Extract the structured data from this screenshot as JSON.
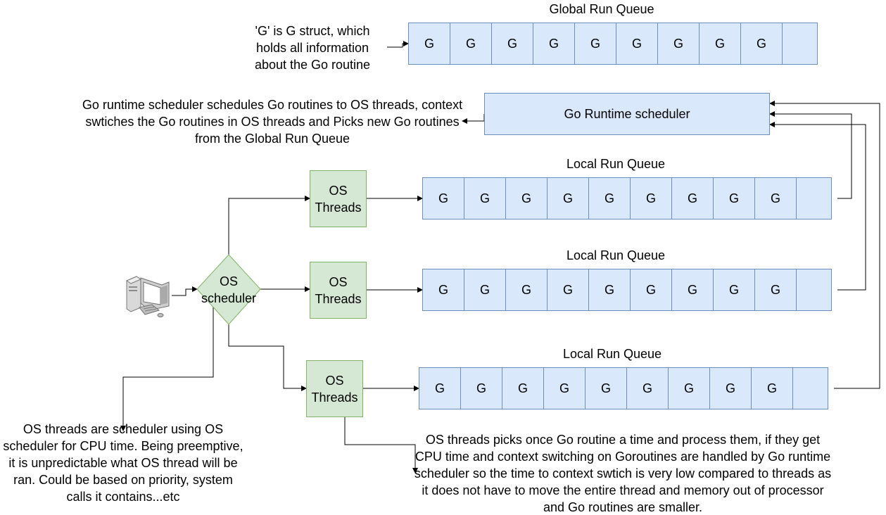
{
  "global_queue": {
    "label": "Global Run Queue",
    "cells": [
      "G",
      "G",
      "G",
      "G",
      "G",
      "G",
      "G",
      "G",
      "G",
      ""
    ]
  },
  "g_note": "'G' is G struct, which holds all information about the Go routine",
  "scheduler": {
    "label": "Go Runtime scheduler",
    "note": "Go runtime scheduler schedules Go routines to OS threads, context swtiches the Go routines in OS threads and Picks new Go routines from the Global Run Queue"
  },
  "local_queues": [
    {
      "label": "Local Run Queue",
      "cells": [
        "G",
        "G",
        "G",
        "G",
        "G",
        "G",
        "G",
        "G",
        "G",
        ""
      ]
    },
    {
      "label": "Local Run Queue",
      "cells": [
        "G",
        "G",
        "G",
        "G",
        "G",
        "G",
        "G",
        "G",
        "G",
        ""
      ]
    },
    {
      "label": "Local Run Queue",
      "cells": [
        "G",
        "G",
        "G",
        "G",
        "G",
        "G",
        "G",
        "G",
        "G",
        ""
      ]
    }
  ],
  "os_threads": [
    "OS Threads",
    "OS Threads",
    "OS Threads"
  ],
  "os_scheduler_label": "OS scheduler",
  "os_threads_note": "OS threads are scheduler using OS scheduler for CPU time. Being preemptive, it is unpredictable what OS thread will be ran. Could be based on priority, system calls it contains...etc",
  "goroutine_note": "OS threads picks once Go routine a time and process them, if they get CPU time and context switching on Goroutines are handled by Go runtime scheduler so the time to context swtich is very low compared to threads as it does not have to move the entire thread and memory out of processor and Go routines are smaller.",
  "icons": {
    "computer": "desktop-computer-icon"
  },
  "colors": {
    "queue_fill": "#dae8fc",
    "queue_border": "#6c8ebf",
    "thread_fill": "#d5e8d4",
    "thread_border": "#82b366"
  }
}
